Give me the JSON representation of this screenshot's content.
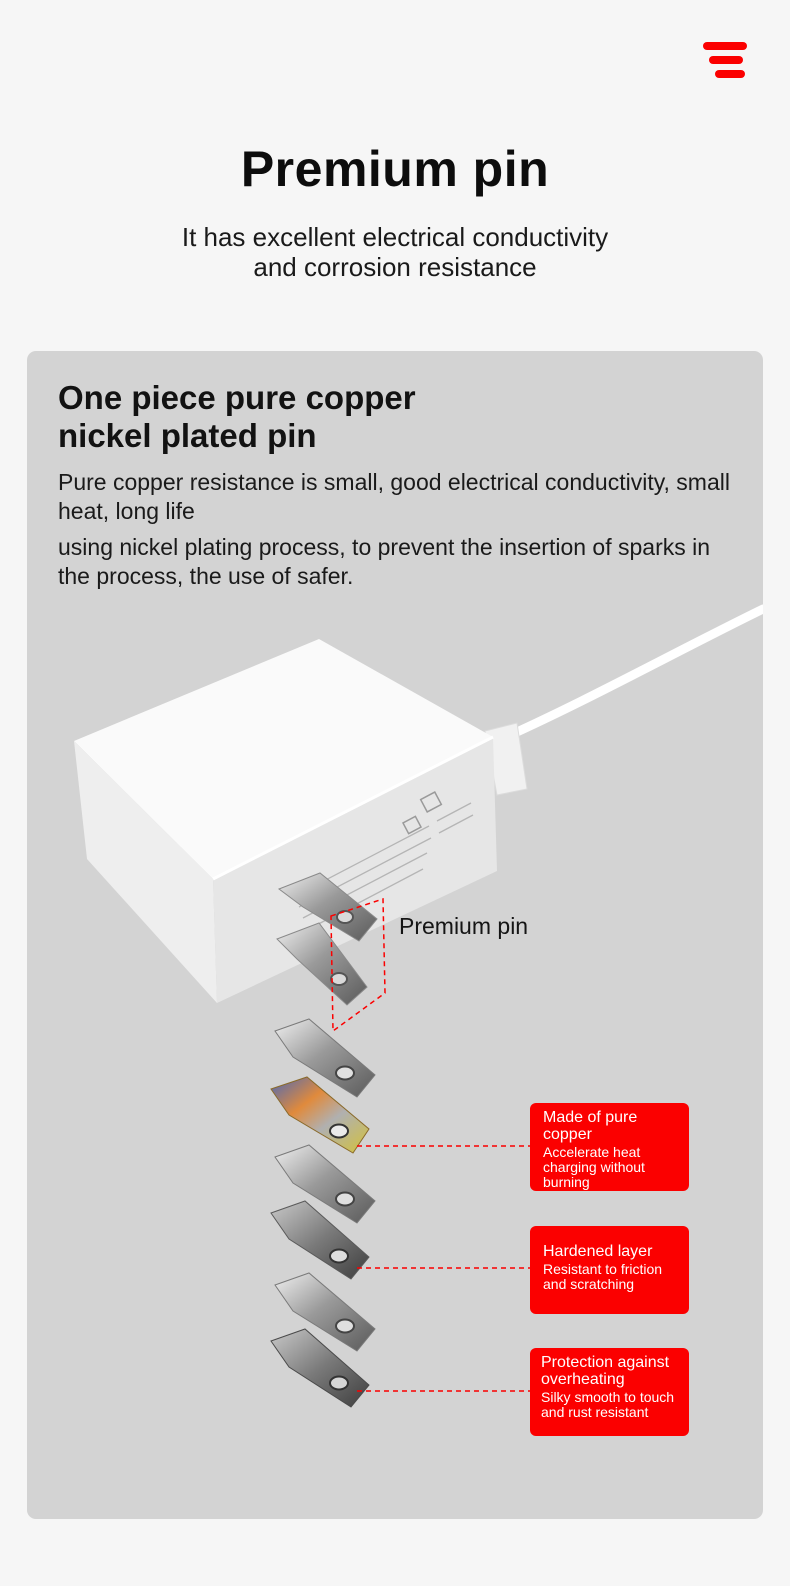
{
  "page": {
    "title": "Premium pin",
    "subtitle_line1": "It has excellent electrical conductivity",
    "subtitle_line2": "and corrosion resistance"
  },
  "card": {
    "title_line1": "One piece pure copper",
    "title_line2": "nickel plated pin",
    "paragraph1": "Pure copper resistance is small, good electrical conductivity, small heat, long life",
    "paragraph2": "using nickel plating process, to prevent the insertion of sparks in the process, the use of safer.",
    "pin_label": "Premium pin"
  },
  "callouts": [
    {
      "heading": "Made of pure copper",
      "detail": "Accelerate heat charging without burning"
    },
    {
      "heading": "Hardened layer",
      "detail": "Resistant to friction and scratching"
    },
    {
      "heading": "Protection against overheating",
      "detail": "Silky smooth to touch and rust resistant"
    }
  ],
  "colors": {
    "accent": "#fb0000",
    "background": "#f6f6f6",
    "card": "#d3d3d3"
  },
  "icons": {
    "menu": "menu-icon"
  }
}
